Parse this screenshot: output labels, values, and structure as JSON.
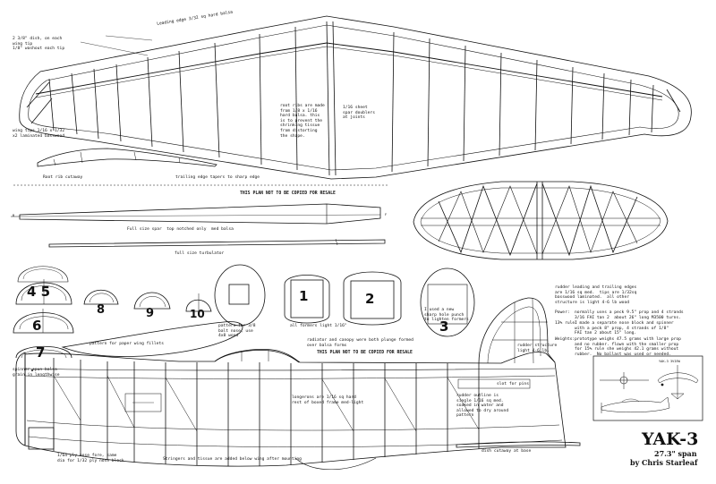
{
  "notes": {
    "wing_tip_dish": "2 3/8\" dish, on each\nwing tip\n1/8\" washout each tip",
    "leading_edge": "Leading edge 3/32 sq hard balsa",
    "sheet_spar": "1/16 sheet\nspar doublers\nat joints",
    "root_ribs": "root ribs are made\nfrom 1/8 x 1/16\nhard balsa. this\nis to prevent the\nshrinking tissue\nfrom distorting\nthe shape.",
    "wing_tips": "wing tips 1/16 x 1/32\nx2 laminated basswood",
    "root_rib_cutaway": "Root rib cutaway",
    "trailing_edge": "trailing edge tapers to sharp edge",
    "warning_top": "THIS PLAN NOT TO BE COPIED FOR RESALE",
    "full_size_spar": "Full size spar  top notched only  med balsa",
    "turbulator": "full size turbulator",
    "pattern_fillets": "pattern for paper wing fillets",
    "pattern_nose": "pattern for 3/8\nbalt nose, use\n4x8 wood",
    "all_formers": "all formers light 1/16\"",
    "sharp_hole": "I used a new\nsharp hole punch\nto lighten formers",
    "radiator": "radiator and canopy were both plunge formed\nover balsa forms",
    "warning_mid": "THIS PLAN NOT TO BE COPIED FOR RESALE",
    "rudder_structure": "rudder structure\nlight 4-6 lb.",
    "rudder_outline": "rudder outline is\nsingle 1/16 sq med.\nsoaked in water and\nallowed to dry around\npattern",
    "slot_pins": "slot for pins",
    "spinner": "spinner spun balsa\ngrain in lengthwise",
    "longerons": "longerons are 1/16 sq hard\nrest of boxed frame med-light",
    "ply_nose": "1/64 ply nose fore, same\ndia for 1/32 ply nose block",
    "stringers": "Stringers and tissue are added below wing after mounting",
    "dish_cutaway": "dish cutaway at base",
    "rudder_le": "rudder leading and trailing edges\nare 1/16 sq med.  tips are 1/32sq\nbasswood laminated.  all other\nstructure is light 4-6 lb wood",
    "power_label": "Power:",
    "power_text": "normally uses a peck 9.5\" prop and 4 strands\n3/16 FAI tan 2  about 26\" long M3500 turns.",
    "rule_label": "13% rule:",
    "rule_text": "I made a separate nose block and spinner\nwith a peck 8\" prop, 4 strands of 1/8\"\nFAI tan 2 about 15\" long.",
    "weights_label": "Weights:",
    "weights_text": "prototype weighs 47.5 grams with large prop\nand no rubber. flown with the smaller prop\nfor 15% rule she weighs 42.1 grams without\nrubber.  No ballast was used or needed."
  },
  "formers": {
    "f1": "1",
    "f2": "2",
    "f3": "3",
    "f45": "4 5",
    "f6": "6",
    "f7": "7",
    "f8": "8",
    "f9": "9",
    "f10": "10"
  },
  "thumbnail_caption": "YAK-3 3VIEW",
  "spar_marks": {
    "left": "B",
    "right": "F"
  },
  "title": {
    "name": "YAK-3",
    "span": "27.3\" span",
    "author": "by Chris Starleaf"
  }
}
